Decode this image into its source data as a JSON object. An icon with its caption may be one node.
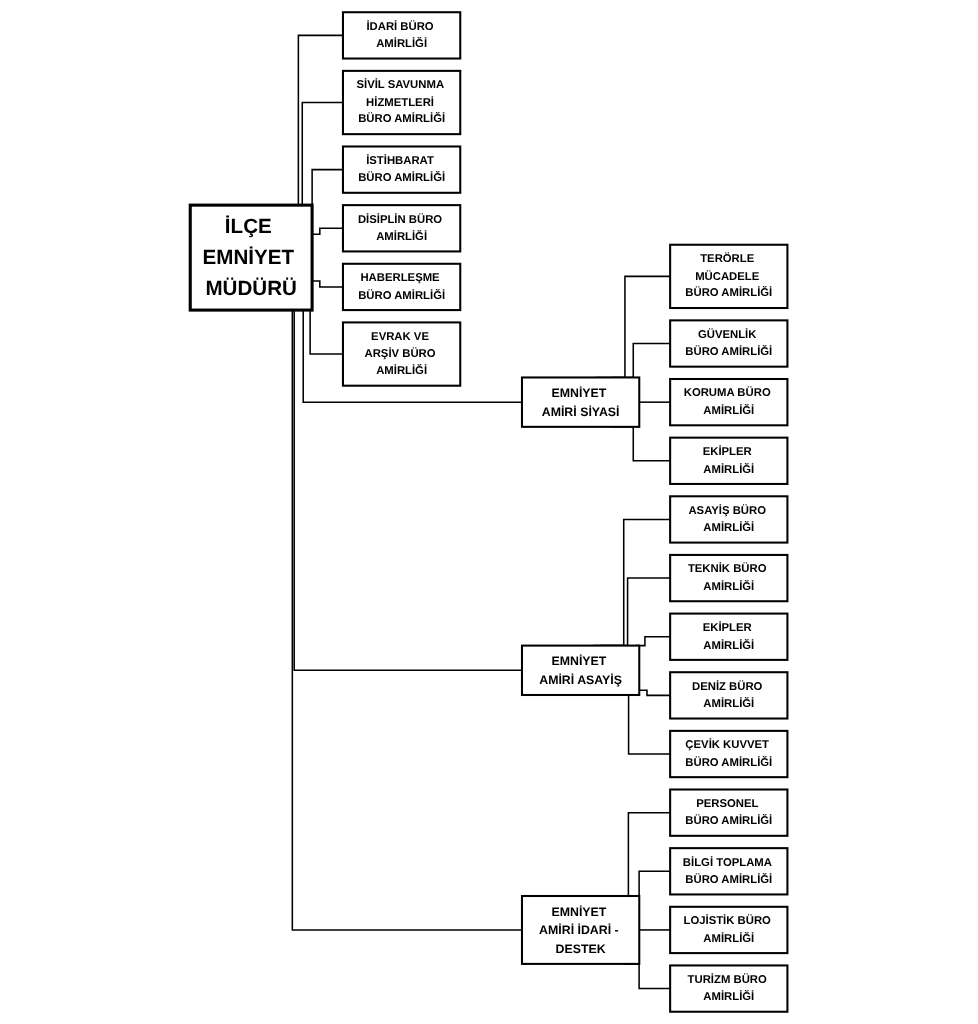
{
  "diagram": {
    "nodes": [
      {
        "text": [
          "İLÇE EMNİYET MÜDÜRÜ"
        ]
      },
      {
        "text": [
          "İDARİ BÜRO AMİRLİĞİ"
        ]
      },
      {
        "text": [
          "SİVİL SAVUNMA HİZMETLERİ BÜRO AMİRLİĞİ"
        ]
      },
      {
        "text": [
          "İSTİHBARAT BÜRO AMİRLİĞİ"
        ]
      },
      {
        "text": [
          "DİSİPLİN BÜRO AMİRLİĞİ"
        ]
      },
      {
        "text": [
          "HABERLEŞME BÜRO AMİRLİĞİ"
        ]
      },
      {
        "text": [
          "EVRAK VE ARŞİV BÜRO AMİRLİĞİ"
        ]
      },
      {
        "text": [
          "EMNİYET AMİRİ SİYASİ"
        ]
      },
      {
        "text": [
          "EMNİYET AMİRİ ASAYİŞ"
        ]
      },
      {
        "text": [
          "EMNİYET AMİRİ İDARİ - DESTEK"
        ]
      },
      {
        "text": [
          "TERÖRLE MÜCADELE BÜRO AMİRLİĞİ"
        ]
      },
      {
        "text": [
          "GÜVENLİK BÜRO AMİRLİĞİ"
        ]
      },
      {
        "text": [
          "KORUMA BÜRO AMİRLİĞİ"
        ]
      },
      {
        "text": [
          "EKİPLER AMİRLİĞİ"
        ]
      },
      {
        "text": [
          "ASAYİŞ BÜRO AMİRLİĞİ"
        ]
      },
      {
        "text": [
          "TEKNİK BÜRO AMİRLİĞİ"
        ]
      },
      {
        "text": [
          "EKİPLER AMİRLİĞİ"
        ]
      },
      {
        "text": [
          "DENİZ BÜRO AMİRLİĞİ"
        ]
      },
      {
        "text": [
          "ÇEVİK KUVVET BÜRO AMİRLİĞİ"
        ]
      },
      {
        "text": [
          "PERSONEL BÜRO AMİRLİĞİ"
        ]
      },
      {
        "text": [
          "BİLGİ TOPLAMA BÜRO AMİRLİĞİ"
        ]
      },
      {
        "text": [
          "LOJİSTİK BÜRO AMİRLİĞİ"
        ]
      },
      {
        "text": [
          "TURİZM BÜRO AMİRLİĞİ"
        ]
      }
    ],
    "edges": [
      {
        "from": 0,
        "to": 1,
        "arrow": "none"
      },
      {
        "from": 0,
        "to": 2,
        "arrow": "none"
      },
      {
        "from": 0,
        "to": 3,
        "arrow": "none"
      },
      {
        "from": 0,
        "to": 4,
        "arrow": "none"
      },
      {
        "from": 0,
        "to": 5,
        "arrow": "none"
      },
      {
        "from": 0,
        "to": 6,
        "arrow": "none"
      },
      {
        "from": 0,
        "to": 7,
        "arrow": "none"
      },
      {
        "from": 0,
        "to": 8,
        "arrow": "none"
      },
      {
        "from": 0,
        "to": 9,
        "arrow": "none"
      },
      {
        "from": 7,
        "to": 10,
        "arrow": "none"
      },
      {
        "from": 7,
        "to": 11,
        "arrow": "none"
      },
      {
        "from": 7,
        "to": 12,
        "arrow": "none"
      },
      {
        "from": 7,
        "to": 13,
        "arrow": "none"
      },
      {
        "from": 8,
        "to": 14,
        "arrow": "none"
      },
      {
        "from": 8,
        "to": 15,
        "arrow": "none"
      },
      {
        "from": 8,
        "to": 16,
        "arrow": "none"
      },
      {
        "from": 8,
        "to": 17,
        "arrow": "none"
      },
      {
        "from": 8,
        "to": 18,
        "arrow": "none"
      },
      {
        "from": 9,
        "to": 19,
        "arrow": "none"
      },
      {
        "from": 9,
        "to": 20,
        "arrow": "none"
      },
      {
        "from": 9,
        "to": 21,
        "arrow": "none"
      },
      {
        "from": 9,
        "to": 22,
        "arrow": "none"
      }
    ]
  }
}
